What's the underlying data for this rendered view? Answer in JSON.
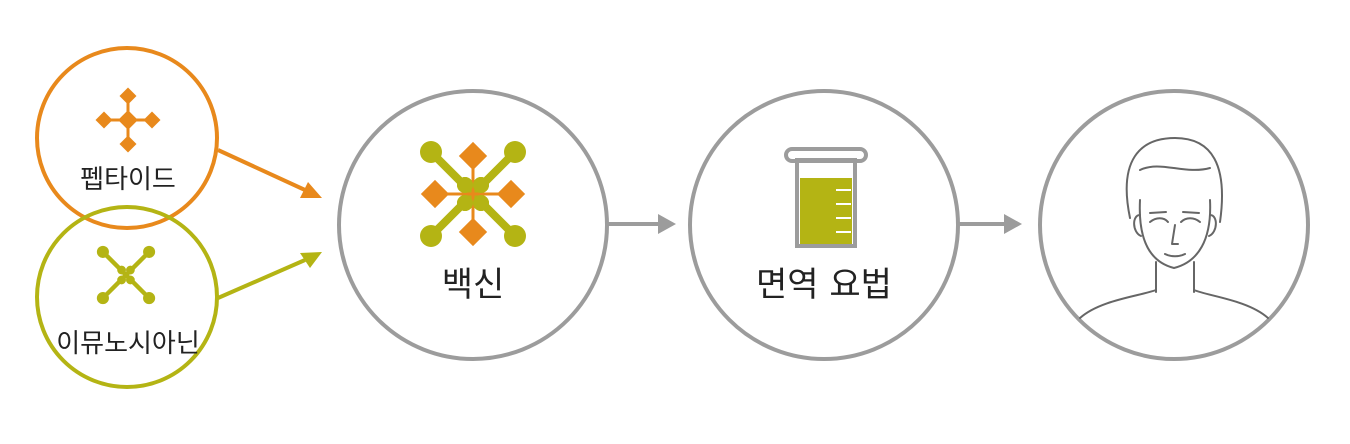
{
  "diagram": {
    "peptide": {
      "label": "펩타이드"
    },
    "immunoadjuvant": {
      "label": "이뮤노시아닌"
    },
    "vaccine": {
      "label": "백신"
    },
    "immunotherapy": {
      "label": "면역 요법"
    }
  },
  "colors": {
    "orange": "#E8891C",
    "olive": "#B4B414",
    "gray": "#9C9C9C",
    "face": "#666666"
  },
  "icons": {
    "peptide": "peptide-molecule-icon",
    "immunoadjuvant": "x-molecule-icon",
    "vaccine": "vaccine-molecule-icon",
    "immunotherapy": "beaker-icon",
    "patient": "patient-face-icon"
  }
}
